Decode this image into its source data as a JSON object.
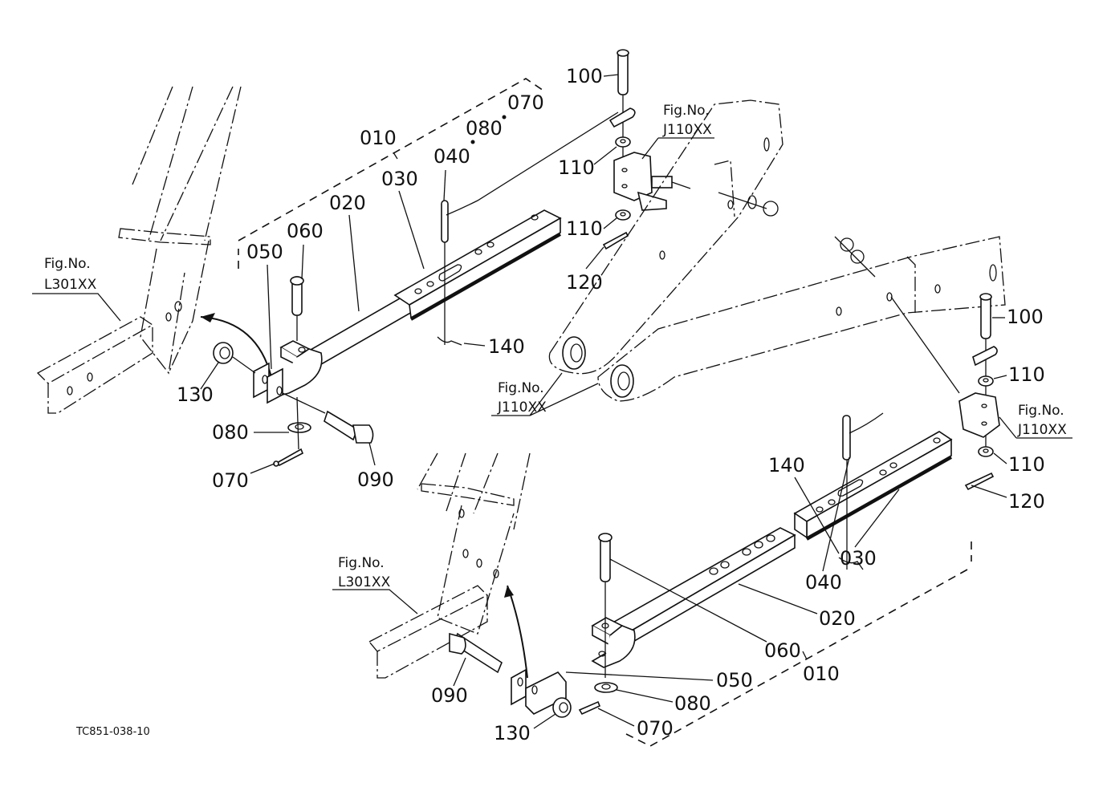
{
  "diagram": {
    "title": "Top link / check chain stabilizer exploded parts diagram",
    "drawing_code": "TC851-038-10",
    "upper_assembly": {
      "callouts": {
        "p010": "010",
        "p080_dot": "080",
        "p070_dot": "070",
        "p040": "040",
        "p030": "030",
        "p020": "020",
        "p060": "060",
        "p050": "050",
        "p140": "140",
        "p130": "130",
        "p080": "080",
        "p070": "070",
        "p090": "090",
        "p100": "100",
        "p110a": "110",
        "p110b": "110",
        "p120": "120"
      },
      "fig_refs": [
        {
          "line1": "Fig.No.",
          "line2": "L301XX"
        },
        {
          "line1": "Fig.No.",
          "line2": "J110XX"
        },
        {
          "line1": "Fig.No.",
          "line2": "J110XX"
        }
      ]
    },
    "right_assembly": {
      "callouts": {
        "p100": "100",
        "p110a": "110",
        "p110b": "110",
        "p120": "120"
      },
      "fig_refs": [
        {
          "line1": "Fig.No.",
          "line2": "J110XX"
        }
      ]
    },
    "lower_assembly": {
      "callouts": {
        "p140": "140",
        "p030": "030",
        "p040": "040",
        "p020": "020",
        "p060": "060",
        "p010": "010",
        "p050": "050",
        "p080": "080",
        "p070": "070",
        "p090": "090",
        "p130": "130"
      },
      "fig_refs": [
        {
          "line1": "Fig.No.",
          "line2": "L301XX"
        }
      ]
    }
  }
}
